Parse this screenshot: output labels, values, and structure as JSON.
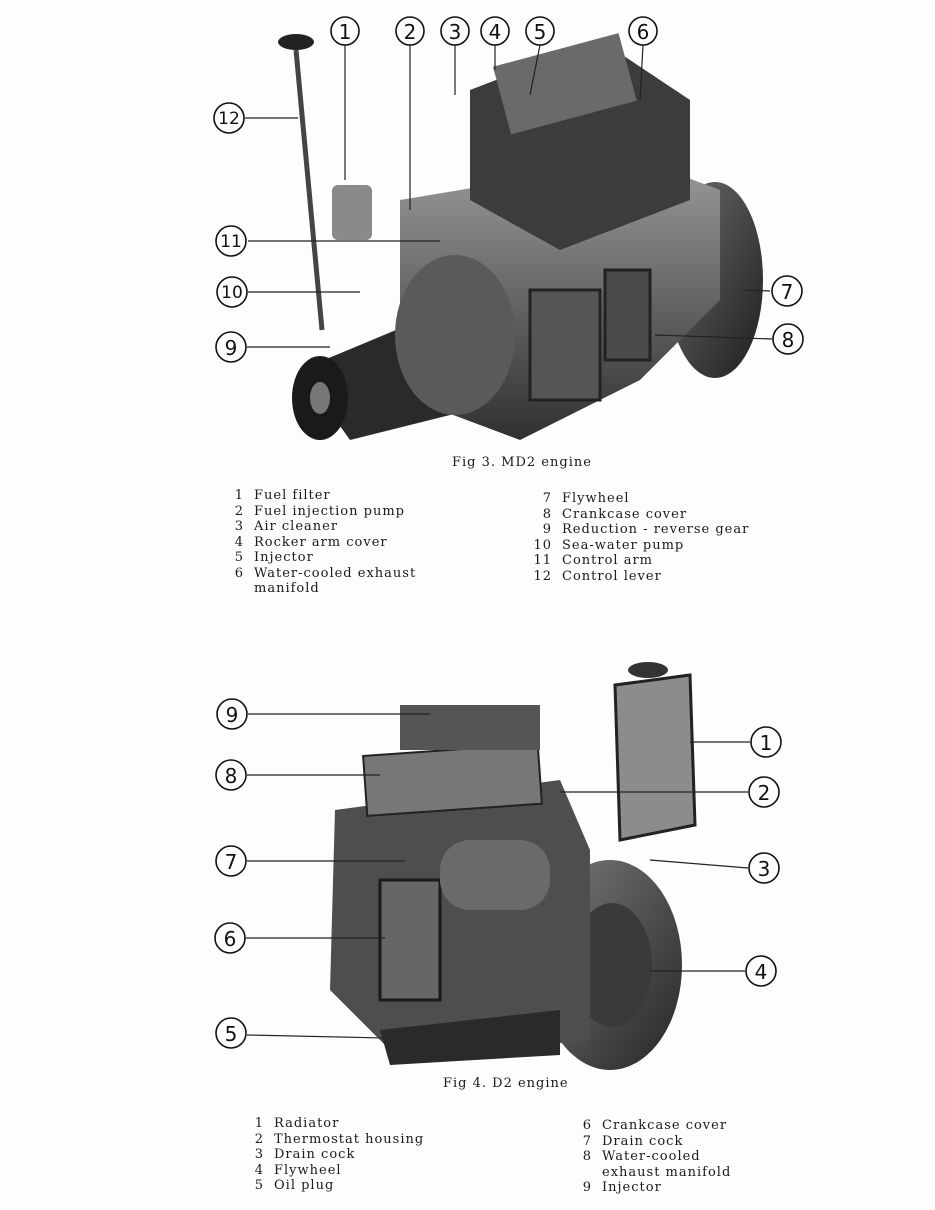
{
  "fig3": {
    "caption": "Fig 3.  MD2 engine",
    "callouts": [
      "1",
      "2",
      "3",
      "4",
      "5",
      "6",
      "7",
      "8",
      "9",
      "10",
      "11",
      "12"
    ],
    "legend_left": [
      {
        "n": "1",
        "label": "Fuel filter"
      },
      {
        "n": "2",
        "label": "Fuel injection pump"
      },
      {
        "n": "3",
        "label": "Air cleaner"
      },
      {
        "n": "4",
        "label": "Rocker arm cover"
      },
      {
        "n": "5",
        "label": "Injector"
      },
      {
        "n": "6",
        "label": "Water-cooled exhaust"
      },
      {
        "n": "",
        "label": "manifold"
      }
    ],
    "legend_right": [
      {
        "n": "7",
        "label": "Flywheel"
      },
      {
        "n": "8",
        "label": "Crankcase cover"
      },
      {
        "n": "9",
        "label": "Reduction - reverse gear"
      },
      {
        "n": "10",
        "label": "Sea-water pump"
      },
      {
        "n": "11",
        "label": "Control arm"
      },
      {
        "n": "12",
        "label": "Control lever"
      }
    ]
  },
  "fig4": {
    "caption": "Fig 4.  D2 engine",
    "callouts": [
      "1",
      "2",
      "3",
      "4",
      "5",
      "6",
      "7",
      "8",
      "9"
    ],
    "legend_left": [
      {
        "n": "1",
        "label": "Radiator"
      },
      {
        "n": "2",
        "label": "Thermostat housing"
      },
      {
        "n": "3",
        "label": "Drain cock"
      },
      {
        "n": "4",
        "label": "Flywheel"
      },
      {
        "n": "5",
        "label": "Oil plug"
      }
    ],
    "legend_right": [
      {
        "n": "6",
        "label": "Crankcase cover"
      },
      {
        "n": "7",
        "label": "Drain cock"
      },
      {
        "n": "8",
        "label": "Water-cooled"
      },
      {
        "n": "",
        "label": "exhaust manifold"
      },
      {
        "n": "9",
        "label": "Injector"
      }
    ]
  }
}
